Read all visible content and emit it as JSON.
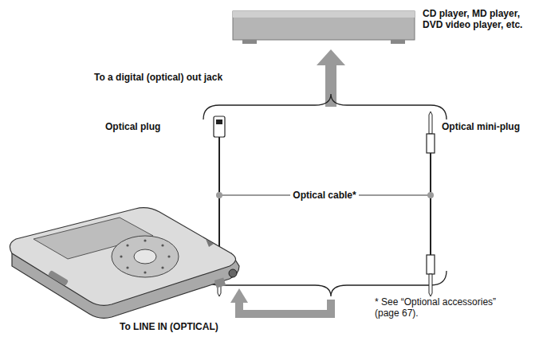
{
  "diagram": {
    "nodes": [
      {
        "text": [
          "CD player, MD player, DVD video player, etc."
        ]
      }
    ],
    "labels": [
      "To a digital (optical) out jack",
      "Optical plug",
      "Optical mini-plug",
      "Optical cable*",
      "To LINE IN (OPTICAL)",
      "* See “Optional accessories” (page 67)."
    ]
  }
}
